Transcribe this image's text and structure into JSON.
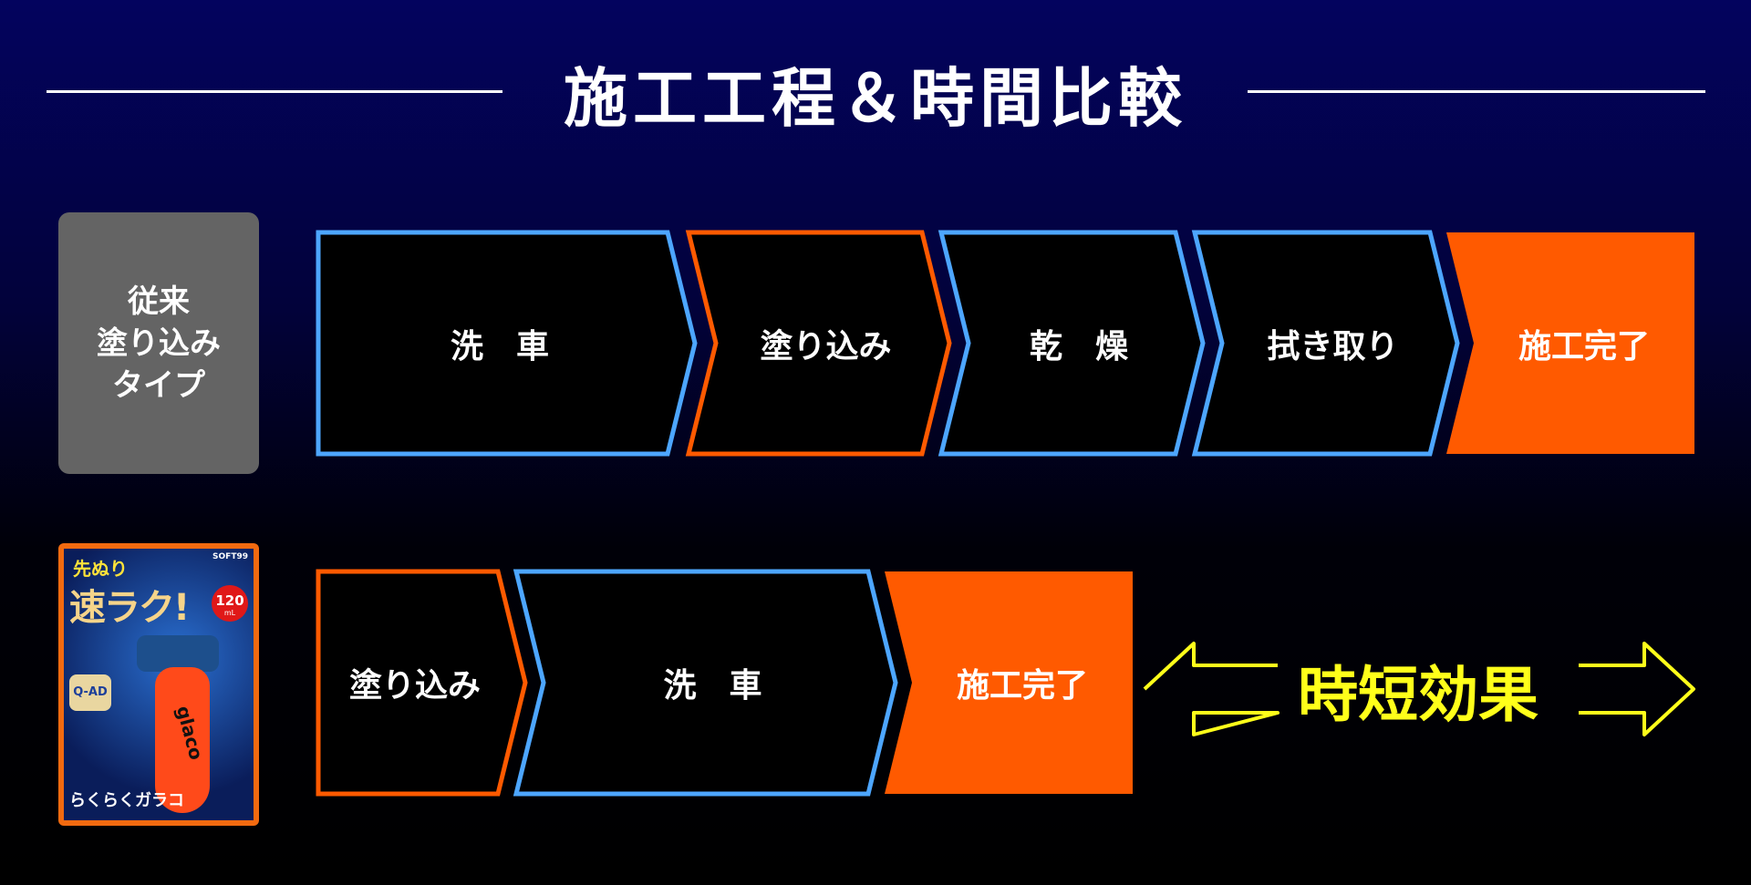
{
  "title": "施工工程＆時間比較",
  "legacy": {
    "label_lines": [
      "従来",
      "塗り込み",
      "タイプ"
    ],
    "steps": [
      {
        "label": "洗　車",
        "style": "outline",
        "color": "#4da6ff"
      },
      {
        "label": "塗り込み",
        "style": "outline",
        "color": "#ff5a00"
      },
      {
        "label": "乾　燥",
        "style": "outline",
        "color": "#4da6ff"
      },
      {
        "label": "拭き取り",
        "style": "outline",
        "color": "#4da6ff"
      },
      {
        "label": "施工完了",
        "style": "filled",
        "color": "#ff5a00"
      }
    ]
  },
  "product": {
    "catch_small": "先ぬり",
    "catch_big": "速ラク!",
    "volume": "120",
    "volume_unit": "mL",
    "brand": "らくらくガラコ",
    "badge": "Q-AD",
    "bottle_logo": "glaco",
    "maker": "SOFT99",
    "steps": [
      {
        "label": "塗り込み",
        "style": "outline",
        "color": "#ff5a00"
      },
      {
        "label": "洗　車",
        "style": "outline",
        "color": "#4da6ff"
      },
      {
        "label": "施工完了",
        "style": "filled",
        "color": "#ff5a00"
      }
    ]
  },
  "effect": {
    "label": "時短効果",
    "color": "#ffff1a",
    "icon": "double-arrow-icon"
  }
}
